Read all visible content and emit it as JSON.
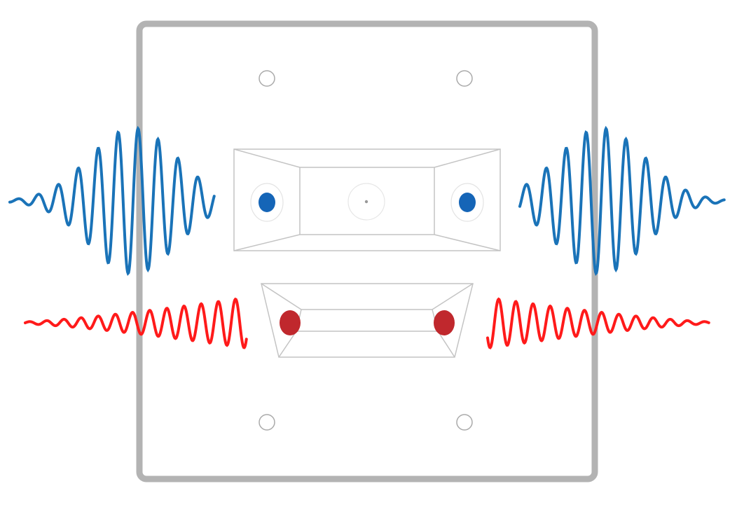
{
  "diagram": {
    "components": [
      "mounting-plate",
      "upper-sensor-module",
      "lower-sensor-module",
      "mounting-holes"
    ],
    "colors": {
      "background": "#ffffff",
      "plate_border": "#b3b3b3",
      "outline": "#c4c4c4",
      "hole": "#aaaaaa",
      "upper_wave": "#1a73b8",
      "upper_transducer": "#1565b7",
      "lower_wave": "#ff1a1a",
      "lower_transducer": "#c0282d",
      "center_dot": "#999999"
    },
    "icons": {
      "mounting_hole": "circle-outline",
      "transducer": "filled-ellipse",
      "wave": "sine-burst"
    }
  }
}
